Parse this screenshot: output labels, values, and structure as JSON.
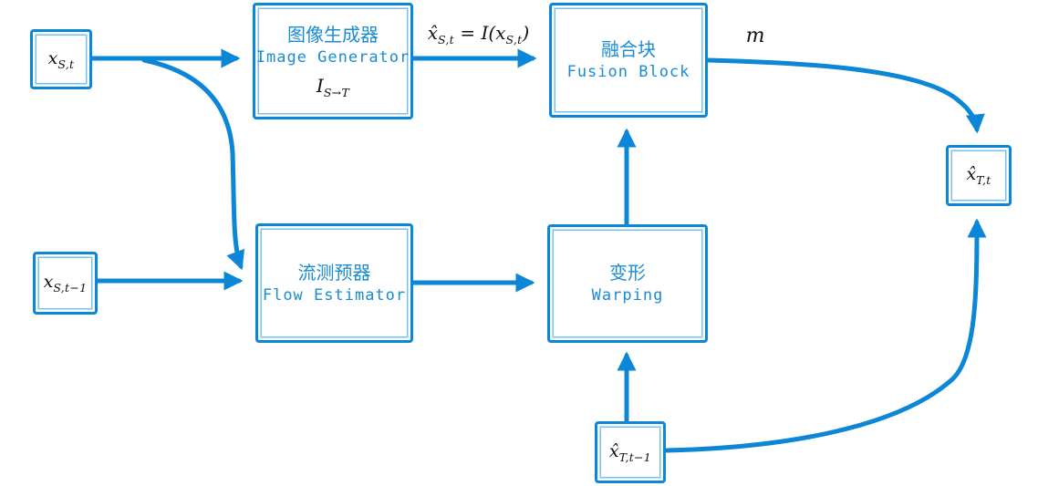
{
  "colors": {
    "line_blue": "#0c86d6",
    "inner_ring_blue": "#79c0ea",
    "box_text_blue": "#1a8cd2",
    "math_text": "#111111",
    "background": "#ffffff"
  },
  "nodes": {
    "x_st": {
      "base": "x",
      "sub": "S,t"
    },
    "x_st1": {
      "base": "x",
      "sub": "S,t−1"
    },
    "xhat_tt": {
      "base": "x̂",
      "sub": "T,t"
    },
    "xhat_tt1": {
      "base": "x̂",
      "sub": "T,t−1"
    },
    "image_generator": {
      "zh": "图像生成器",
      "en": "Image Generator",
      "op_base": "I",
      "op_sub": "S→T"
    },
    "fusion_block": {
      "zh": "融合块",
      "en": "Fusion Block"
    },
    "flow_estimator": {
      "zh": "流测预器",
      "en": "Flow Estimator"
    },
    "warping": {
      "zh": "变形",
      "en": "Warping"
    }
  },
  "edge_labels": {
    "equation": {
      "lhs_base": "x̂",
      "lhs_sub": "S,t",
      "eq": " = ",
      "func": "I",
      "open": "(",
      "arg_base": "x",
      "arg_sub": "S,t",
      "close": ")"
    },
    "mask": "m"
  }
}
